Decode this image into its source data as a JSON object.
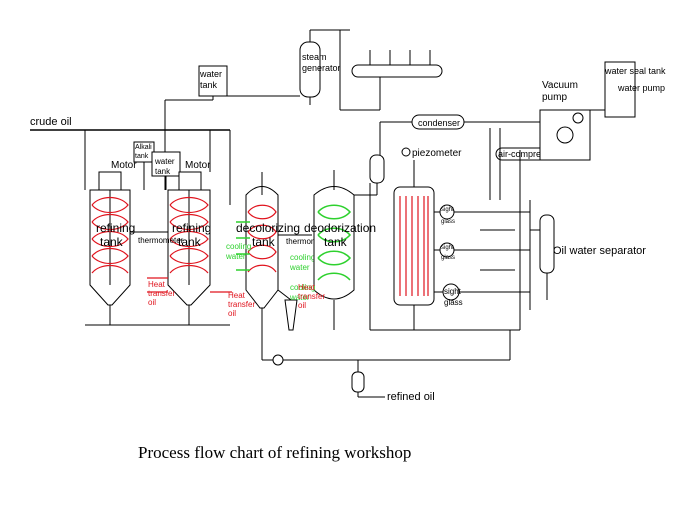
{
  "title": "Process flow chart of refining workshop",
  "labels": {
    "crude_oil": "crude oil",
    "refined_oil": "refined oil",
    "water_tank_left_1": "water",
    "water_tank_left_2": "tank",
    "water_tank_mid_1": "water",
    "water_tank_mid_2": "tank",
    "alkali_tank_1": "Alkali",
    "alkali_tank_2": "tank",
    "steam_generator_1": "steam",
    "steam_generator_2": "generator",
    "condenser": "condenser",
    "air_compressor": "air-compressor",
    "vacuum_pump_1": "Vacuum",
    "vacuum_pump_2": "pump",
    "water_seal_tank": "water seal   tank",
    "water_pump": "water pump",
    "piezometer": "piezometer",
    "oil_water_separator": "Oil water separator",
    "motor_1": "Motor",
    "motor_2": "Motor",
    "refining_tank_1a": "refining",
    "refining_tank_1b": "tank",
    "refining_tank_2a": "refining",
    "refining_tank_2b": "tank",
    "thermometer_1": "thermometer",
    "thermometer_2": "thermometer",
    "decolorizing_1": "decolorizing",
    "decolorizing_2": "tank",
    "deodorization_1": "deodorization",
    "deodorization_2": "tank",
    "cooling_water_1a": "cooling",
    "cooling_water_1b": "water",
    "cooling_water_2a": "cooling",
    "cooling_water_2b": "water",
    "cooling_water_3a": "cooling",
    "cooling_water_3b": "water",
    "heat_oil_1a": "Heat",
    "heat_oil_1b": "transfer",
    "heat_oil_1c": "oil",
    "heat_oil_2a": "Heat",
    "heat_oil_2b": "transfer",
    "heat_oil_2c": "oil",
    "heat_oil_3a": "Heat",
    "heat_oil_3b": "transfer",
    "heat_oil_3c": "oil",
    "sight_glass_1a": "sight",
    "sight_glass_1b": "glass",
    "sight_glass_2a": "sight",
    "sight_glass_2b": "glass",
    "sight_glass_3a": "sight",
    "sight_glass_3b": "glass"
  },
  "colors": {
    "line": "#000000",
    "heat_coil": "#e0141e",
    "cooling": "#2ed12e"
  }
}
